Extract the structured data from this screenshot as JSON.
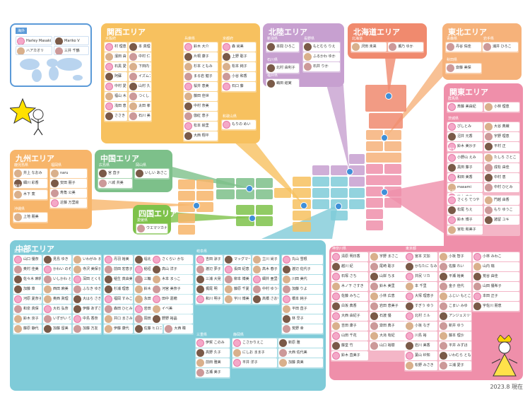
{
  "date_label": "2023.8 現在",
  "colors": {
    "overseas": "#5b9ad8",
    "kansai": "#f7c15f",
    "hokuriku": "#c7a0d0",
    "hokkaido": "#f08a6e",
    "tohoku": "#f6b27a",
    "kanto": "#ef8faa",
    "kyushu": "#f7b56a",
    "chugoku": "#7dc08a",
    "shikoku": "#7ec24a",
    "chubu": "#7fcbd8",
    "pin": "#3f8fd8"
  },
  "overseas": {
    "title": "海外",
    "members": [
      "Harley Masaki",
      "Mariko V",
      "ハアカオリ",
      "三井 千鶴"
    ]
  },
  "regions": [
    {
      "key": "kansai",
      "title": "関西エリア",
      "prefs": [
        {
          "name": "大阪府",
          "members": [
            "村 理恵",
            "本 真理子",
            "濱田 由紀",
            "中村 仁",
            "石黒 愛華",
            "下田内 優子",
            "阿蘇",
            "イズムアイ",
            "中村 愛",
            "山村 久子",
            "福山 木村江",
            "つくし 朋子",
            "浅田 恵美",
            "太田 孝代",
            "ささき さよ",
            "石川 美和子"
          ]
        },
        {
          "name": "兵庫県",
          "members": [
            "鈴木 大介",
            "片桐 康子",
            "杉本 ともみ",
            "まる岩 健子",
            "桜井 恵美",
            "藤田 佳世",
            "中村 奈美",
            "伽紅 恵子",
            "松本 絵里",
            "大西 翔平"
          ]
        },
        {
          "name": "京都府",
          "members": [
            "森 尚美",
            "上野 聡子",
            "松本 純子",
            "小谷 和香",
            "石口 藤"
          ]
        },
        {
          "name": "和歌山県",
          "members": [
            "もりの めい"
          ]
        }
      ]
    },
    {
      "key": "hokuriku",
      "title": "北陸エリア",
      "prefs": [
        {
          "name": "新潟県",
          "members": [
            "本間 ひろこ"
          ]
        },
        {
          "name": "長野県",
          "members": [
            "もとむら りえ",
            "ふるかわ ゆか",
            "石井 りか"
          ]
        },
        {
          "name": "石川県",
          "members": [
            "北村 由利子"
          ]
        },
        {
          "name": "福井県",
          "members": [
            "嶋田 結実"
          ]
        }
      ]
    },
    {
      "key": "hokkaido",
      "title": "北海道エリア",
      "prefs": [
        {
          "name": "北海道",
          "members": [
            "沢田 未来",
            "瀬乃 ゆか"
          ]
        }
      ]
    },
    {
      "key": "tohoku",
      "title": "東北エリア",
      "prefs": [
        {
          "name": "青森県",
          "members": [
            "丹谷 佑佳"
          ]
        },
        {
          "name": "岩手県",
          "members": [
            "浦井 ひろこ"
          ]
        },
        {
          "name": "秋田県",
          "members": [
            "齋藤 美保"
          ]
        }
      ]
    },
    {
      "key": "kanto",
      "title": "関東エリア",
      "prefs": [
        {
          "name": "群馬県",
          "members": [
            "斎藤 美由紀",
            "小林 理恵"
          ]
        },
        {
          "name": "茨城県",
          "members": [
            "ぴしとみ",
            "大谷 典織",
            "沼井 元香",
            "宇野 理恵",
            "鈴木 美沙子",
            "平村 正"
          ]
        },
        {
          "name": "埼玉県",
          "members": [
            "小野山 えみ",
            "たしろ さとこ",
            "黒田 藤子",
            "成松 由佳",
            "和田 美香",
            "中村 恵",
            "masami",
            "中村 ひとみ",
            "鈴木 真之"
          ]
        },
        {
          "name": "千葉県",
          "members": [
            "さくら てつや",
            "門越 由香",
            "松尾 ちえ",
            "もり ゆうこ",
            "鈴木 博子",
            "諸留 ユキ",
            "宮松 和美子"
          ]
        },
        {
          "name": "神奈川県",
          "members": [
            "清原 明日香",
            "宇野 まさこ",
            "越川 紀",
            "尾崎 聡子",
            "石塚 さち",
            "山岸 ちま",
            "木ノ下 さすき",
            "鈴木 美里",
            "佐藤 みちこ",
            "小林 広恵",
            "白坂 典香",
            "岩田 恵美子",
            "大西 由紀子",
            "石渡 優",
            "吉田 康子",
            "齋田 典子",
            "山田 千花",
            "大滝 有紀",
            "藤堂 竹",
            "山口 裕樹",
            "鈴木 直美子"
          ]
        },
        {
          "name": "東京都",
          "members": [
            "宮本 文加",
            "小坂 智子",
            "かなたに なみ",
            "佐藤 れい",
            "井尻 リカ",
            "平瀬 裕美",
            "本 千里",
            "金子 佳代",
            "大塚 理恵子",
            "ふじい もとこ",
            "すぎう ゆう",
            "こまい みゆ",
            "北村 ミル",
            "アンジェスリー",
            "小坂 なぎ",
            "新井 ゆう",
            "川島 裕",
            "藤本 理沙",
            "岩川 美香",
            "平井 みずほ",
            "葉山 紗知",
            "いわむら とも",
            "松野 みさき",
            "三浦 愛子"
          ]
        },
        {
          "name": "",
          "members": [
            "小林 みわこ",
            "山内 瑞",
            "荒谷 由佳",
            "山田 優希子",
            "本田 正子",
            "宇佐川 朋恵"
          ]
        }
      ]
    },
    {
      "key": "kyushu",
      "title": "九州エリア",
      "prefs": [
        {
          "name": "鹿児島県",
          "members": [
            "井上 なおみ",
            "細川 彩香"
          ]
        },
        {
          "name": "福岡県",
          "members": [
            "naru",
            "安田 朋子",
            "寿角 公美",
            "近藤 万里絵"
          ]
        },
        {
          "name": "熊本県",
          "members": [
            "木下 寛"
          ]
        },
        {
          "name": "沖縄県",
          "members": [
            "上地 朋美"
          ]
        }
      ]
    },
    {
      "key": "chugoku",
      "title": "中国エリア",
      "prefs": [
        {
          "name": "広島県",
          "members": [
            "宮 直子",
            "八城 共美"
          ]
        },
        {
          "name": "岡山県",
          "members": [
            "いしい あさこ"
          ]
        }
      ]
    },
    {
      "key": "shikoku",
      "title": "四国エリア",
      "prefs": [
        {
          "name": "愛媛県",
          "members": [
            "ウエマツカナミ"
          ]
        }
      ]
    },
    {
      "key": "chubu",
      "title": "中部エリア",
      "prefs": [
        {
          "name": "愛知県",
          "members": [
            "山口 優奈",
            "見島 ゆき",
            "いわがみ まこ",
            "奥村 佳美",
            "かわい のぞみ",
            "寺沢 美保子",
            "佐々木 麻帆",
            "いしかわ ともみ",
            "深田 とくも",
            "加藤 章",
            "西田 麻美",
            "ふなき ゆき",
            "河原 夏奈子",
            "奥西 眞理",
            "大はら さき",
            "和泉 真保",
            "大石 弘奈",
            "伊藤 あずさ",
            "鈴木 京子",
            "いずがい りえ",
            "中島 香奈",
            "藤原 静代",
            "加藤 留美",
            "加藤 万友"
          ]
        },
        {
          "name": "",
          "members": [
            "丹羽 裕美",
            "堀北 奈子",
            "松本 勝紀",
            "前田 宏恵子",
            "稲垣 良枝",
            "深田 慶子",
            "稲生 真由美",
            "三輪 真衣",
            "三坂 蓉子",
            "杉浦 理恵",
            "鈴木 清美",
            "日高 ゆき",
            "福岡 すみこ",
            "永田 多子",
            "小林 博子",
            "森田 ひとみ",
            "岩田 繁子",
            "西中 静江",
            "井口 まさみ",
            "岡田 かおり",
            "篠田 直美",
            "伊藤 康代",
            "佐藤 ヒロコ",
            "大西 瞳"
          ]
        },
        {
          "name": "",
          "members": [
            "さくらい かな",
            "高山 洋子",
            "木本 まっこ",
            "河宮 美奈子",
            "田中 嘉穂",
            "イベ美",
            "野野 裕晶"
          ]
        },
        {
          "name": "岐阜県",
          "members": [
            "吉田 涼子",
            "マッグマー恵知",
            "立川 尚子",
            "渡辺 夢子",
            "長田 紀恵",
            "高木 春子",
            "三浦 大晃",
            "柳本 博美",
            "細井 亜里子",
            "梶尾 明",
            "藤原 千夏",
            "中村 ゆう子",
            "和川 明子",
            "宇川 博美",
            "高橋 さおり"
          ]
        },
        {
          "name": "",
          "members": [
            "丸山 雪根",
            "渡辺 佐代子",
            "川田 美代",
            "加藤 りよ",
            "橋本 純子",
            "平田 直子",
            "林 早子",
            "荒野 幸"
          ]
        },
        {
          "name": "三重県",
          "members": [
            "伊賀 このみ",
            "高野 久子",
            "前田 雅美",
            "古瀬 美子"
          ]
        },
        {
          "name": "静岡県",
          "members": [
            "こさかりえこ",
            "新原 雅",
            "にしお まま子",
            "大西 佐代美",
            "平井 洋子",
            "加藤 真美"
          ]
        }
      ]
    }
  ]
}
